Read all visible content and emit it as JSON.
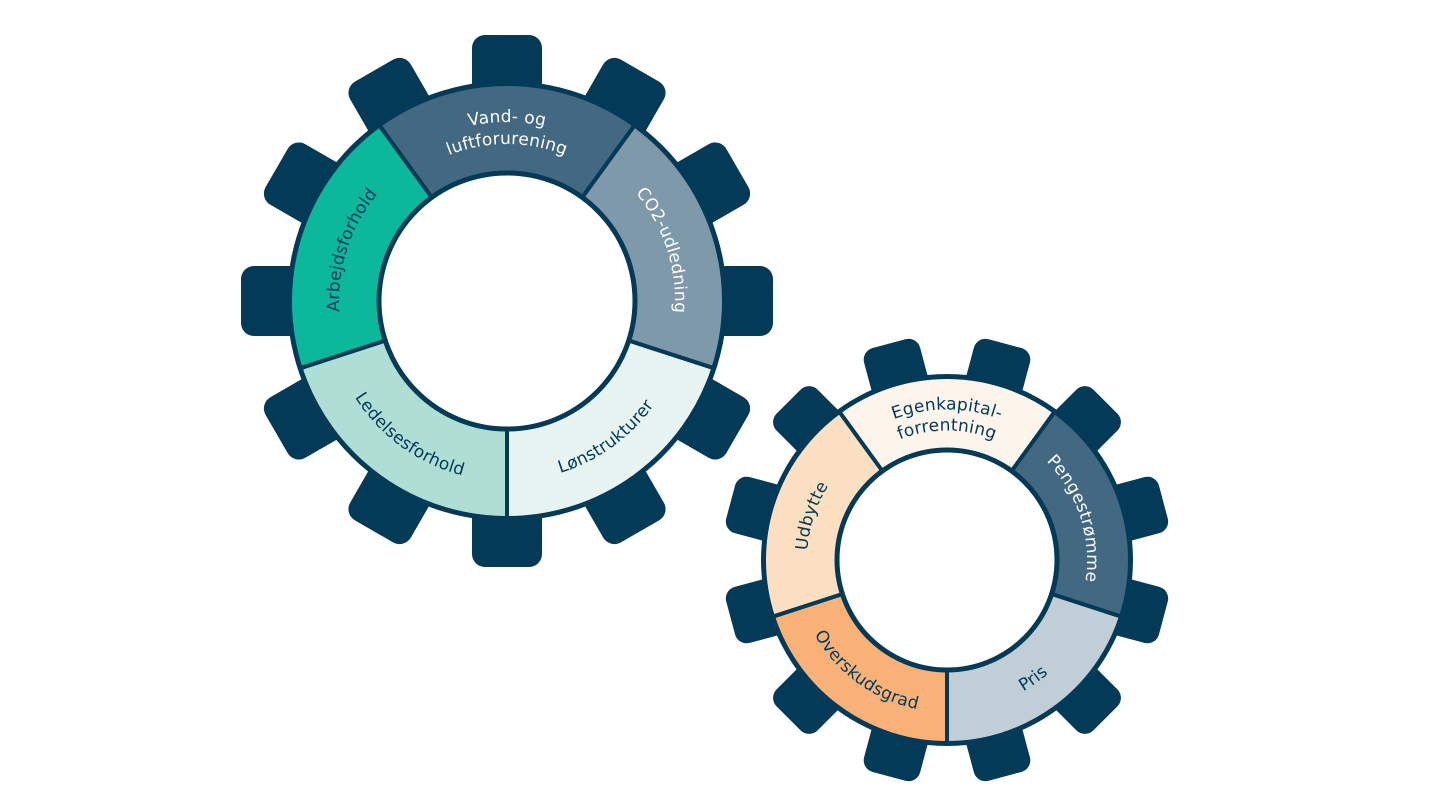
{
  "colors": {
    "gear_outline": "#023A58",
    "background": "#FFFFFF",
    "text_dark": "#023A58",
    "text_light": "#FFFFFF"
  },
  "gears": [
    {
      "id": "esg-gear",
      "teeth": 12,
      "tooth_phase": "aligned",
      "segments": [
        {
          "lines": [
            "Vand- og",
            "luftforurening"
          ],
          "fill": "#426882",
          "text_color": "#FFFFFF",
          "position": "top"
        },
        {
          "lines": [
            "CO2-udledning"
          ],
          "fill": "#7E99A9",
          "text_color": "#FFFFFF",
          "position": "right"
        },
        {
          "lines": [
            "Lønstrukturer"
          ],
          "fill": "#E7F4F2",
          "text_color": "#023A58",
          "position": "bottom-right"
        },
        {
          "lines": [
            "Ledelsesforhold"
          ],
          "fill": "#AFDED5",
          "text_color": "#023A58",
          "position": "bottom-left"
        },
        {
          "lines": [
            "Arbejdsforhold"
          ],
          "fill": "#0CB89C",
          "text_color": "#023A58",
          "position": "left"
        }
      ]
    },
    {
      "id": "financial-gear",
      "teeth": 12,
      "tooth_phase": "offset",
      "segments": [
        {
          "lines": [
            "Egenkapital-",
            "forrentning"
          ],
          "fill": "#FDF4EC",
          "text_color": "#023A58",
          "position": "top"
        },
        {
          "lines": [
            "Pengestrømme"
          ],
          "fill": "#426882",
          "text_color": "#FFFFFF",
          "position": "right"
        },
        {
          "lines": [
            "Pris"
          ],
          "fill": "#BFCED7",
          "text_color": "#023A58",
          "position": "bottom-right"
        },
        {
          "lines": [
            "Overskudsgrad"
          ],
          "fill": "#F8B277",
          "text_color": "#023A58",
          "position": "bottom-left"
        },
        {
          "lines": [
            "Udbytte"
          ],
          "fill": "#FDDFC2",
          "text_color": "#023A58",
          "position": "left"
        }
      ]
    }
  ]
}
